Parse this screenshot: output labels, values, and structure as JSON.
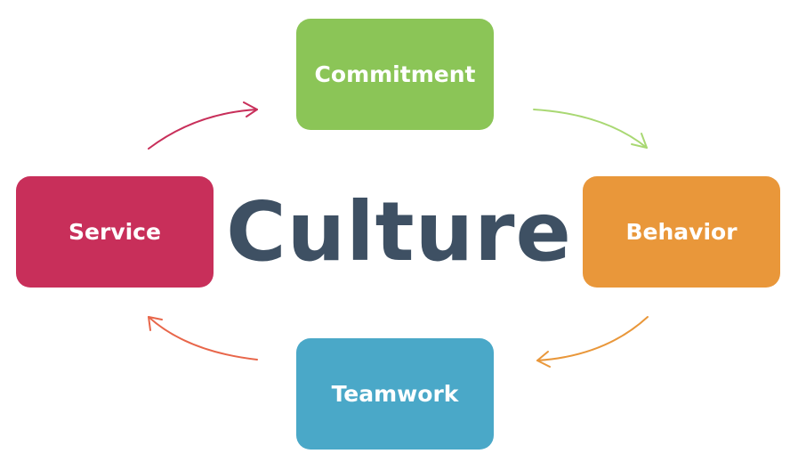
{
  "center_label": "Culture",
  "nodes": [
    {
      "label": "Commitment",
      "color": "#8bc557"
    },
    {
      "label": "Behavior",
      "color": "#e9973a"
    },
    {
      "label": "Teamwork",
      "color": "#4aa8c8"
    },
    {
      "label": "Service",
      "color": "#c82f5a"
    }
  ],
  "arrow_colors": [
    "#a9d873",
    "#e9973a",
    "#e8664a",
    "#c82f5a"
  ]
}
